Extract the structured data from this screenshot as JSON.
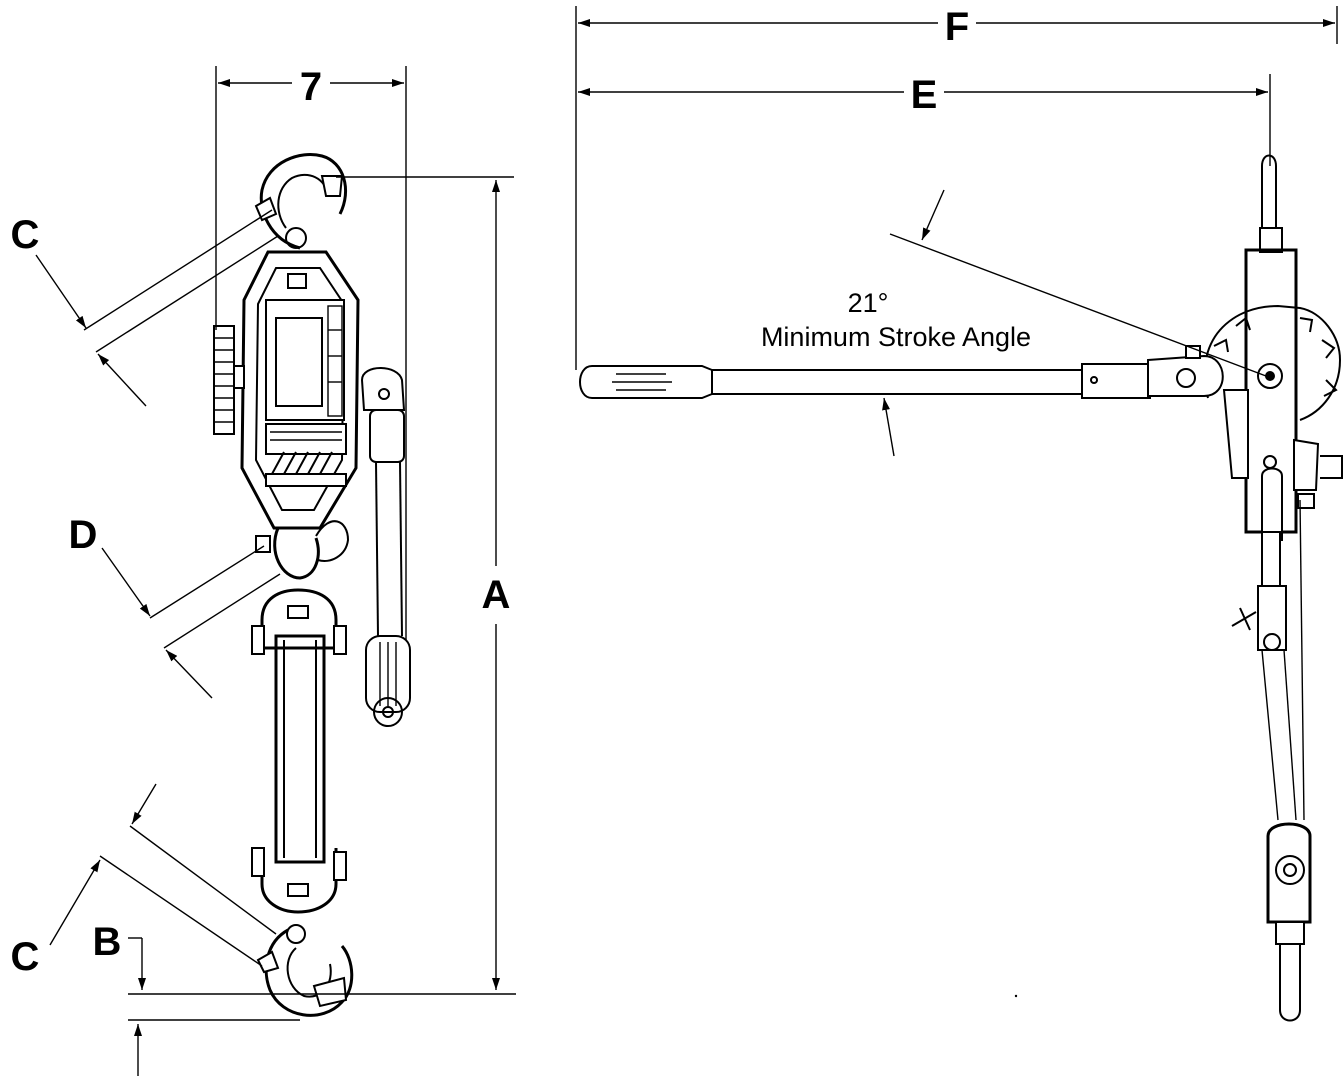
{
  "diagram": {
    "dimension_labels": {
      "width": "7",
      "overall_length": "F",
      "handle_length": "E",
      "hook_throat_top": "C",
      "hook_throat_bottom": "C",
      "latch_gap": "D",
      "hook_depth": "B",
      "closed_length": "A"
    },
    "angle_label": {
      "value": "21°",
      "caption": "Minimum Stroke Angle"
    }
  }
}
